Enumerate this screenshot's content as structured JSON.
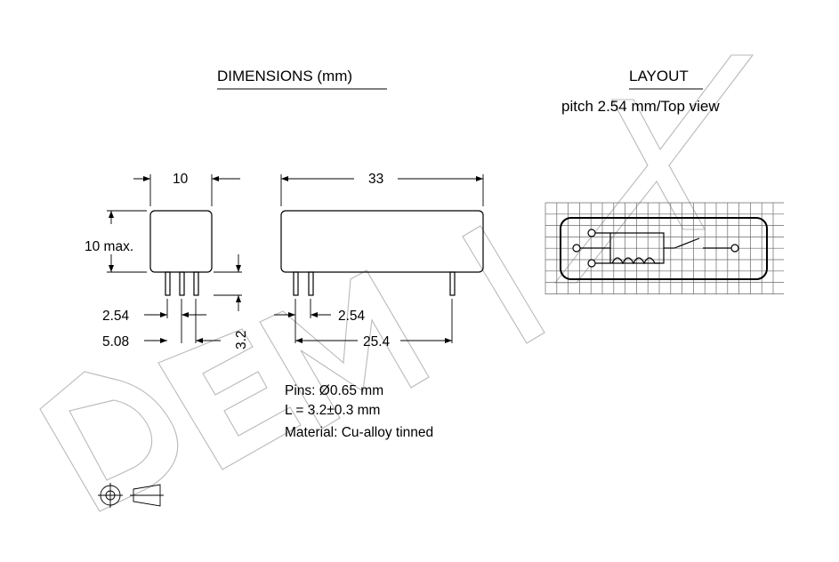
{
  "dimensions": {
    "title": "DIMENSIONS (mm)",
    "width_label": "10",
    "height_label": "10 max.",
    "length_label": "33",
    "pitch_left_label": "2.54",
    "pitch_right_label": "2.54",
    "pitch_double_label": "5.08",
    "pin_length_label": "3.2",
    "pin_span_label": "25.4"
  },
  "layout": {
    "title": "LAYOUT",
    "subtitle": "pitch 2.54 mm/Top view"
  },
  "notes": {
    "pins": "Pins: Ø0.65 mm",
    "length": "L = 3.2±0.3 mm",
    "material": "Material: Cu-alloy tinned"
  },
  "watermark": "DEMIX",
  "symbols": [
    "first-angle-projection-icon"
  ]
}
